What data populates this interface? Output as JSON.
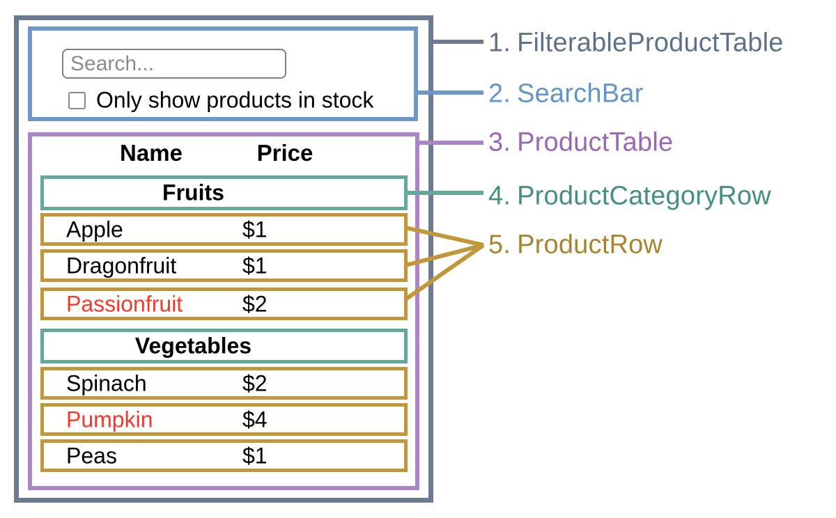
{
  "colors": {
    "frame_gray": "#6b7a92",
    "searchbar_blue": "#7096c8",
    "table_purple": "#ab85c5",
    "category_teal": "#63a89a",
    "row_gold": "#c2973a",
    "label_gray": "#5d7189",
    "label_blue": "#6195c8",
    "label_purple": "#9a68b2",
    "label_teal": "#44907f",
    "label_gold": "#a8842f",
    "red_text": "#f2392c",
    "black_text": "#000000"
  },
  "search_bar": {
    "input_placeholder": "Search...",
    "checkbox_label": "Only show products in stock"
  },
  "table": {
    "headers": {
      "name": "Name",
      "price": "Price"
    },
    "sections": [
      {
        "category": "Fruits",
        "rows": [
          {
            "name": "Apple",
            "price": "$1",
            "color": "#000000"
          },
          {
            "name": "Dragonfruit",
            "price": "$1",
            "color": "#000000"
          },
          {
            "name": "Passionfruit",
            "price": "$2",
            "color": "#f2392c"
          }
        ]
      },
      {
        "category": "Vegetables",
        "rows": [
          {
            "name": "Spinach",
            "price": "$2",
            "color": "#000000"
          },
          {
            "name": "Pumpkin",
            "price": "$4",
            "color": "#f2392c"
          },
          {
            "name": "Peas",
            "price": "$1",
            "color": "#000000"
          }
        ]
      }
    ]
  },
  "legend": {
    "items": [
      {
        "number": "1.",
        "name": "FilterableProductTable",
        "color": "#5d7189"
      },
      {
        "number": "2.",
        "name": "SearchBar",
        "color": "#6195c8"
      },
      {
        "number": "3.",
        "name": "ProductTable",
        "color": "#9a68b2"
      },
      {
        "number": "4.",
        "name": "ProductCategoryRow",
        "color": "#44907f"
      },
      {
        "number": "5.",
        "name": "ProductRow",
        "color": "#a8842f"
      }
    ]
  }
}
